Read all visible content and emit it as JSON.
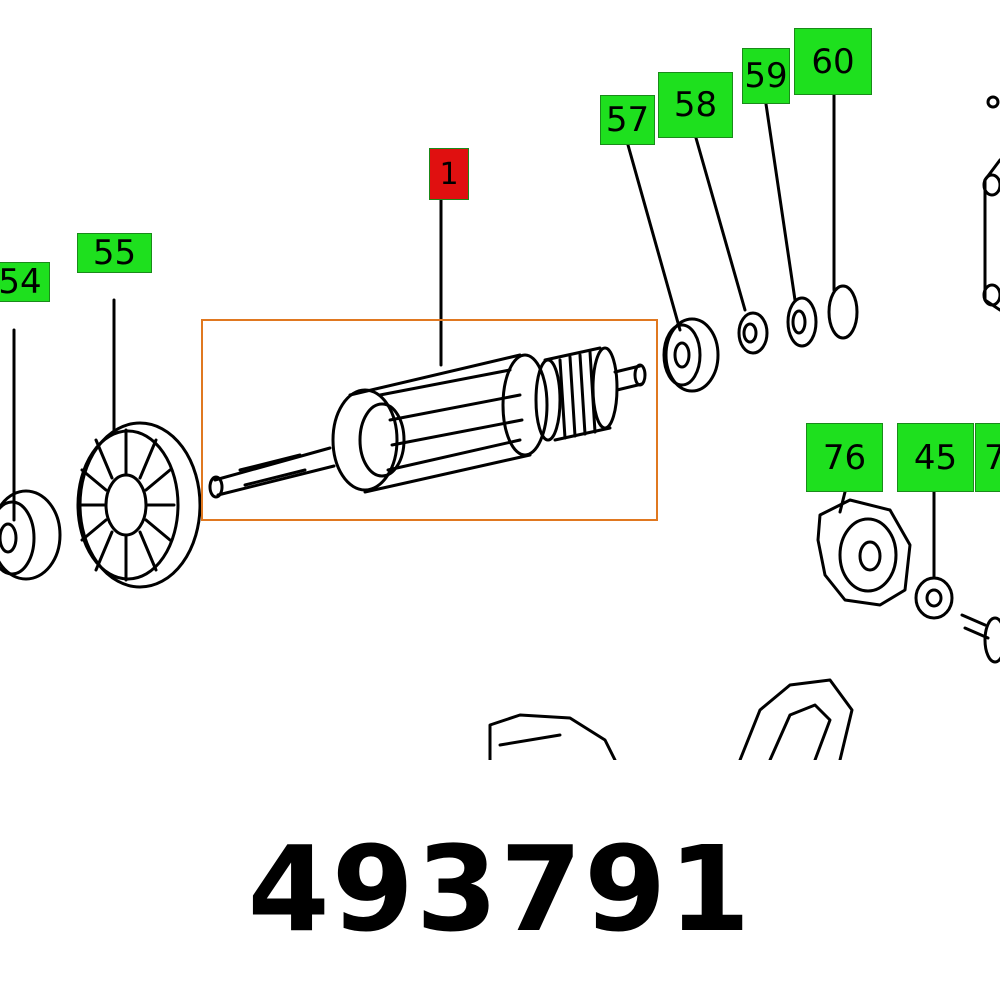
{
  "colors": {
    "green": "#1ee01e",
    "red": "#e01010",
    "orange": "#e07820",
    "ink": "#000000"
  },
  "callouts": [
    {
      "id": "54",
      "label": "54",
      "color": "green"
    },
    {
      "id": "55",
      "label": "55",
      "color": "green"
    },
    {
      "id": "1",
      "label": "1",
      "color": "red"
    },
    {
      "id": "57",
      "label": "57",
      "color": "green"
    },
    {
      "id": "58",
      "label": "58",
      "color": "green"
    },
    {
      "id": "59",
      "label": "59",
      "color": "green"
    },
    {
      "id": "60",
      "label": "60",
      "color": "green"
    },
    {
      "id": "76",
      "label": "76",
      "color": "green"
    },
    {
      "id": "45",
      "label": "45",
      "color": "green"
    },
    {
      "id": "7x",
      "label": "7",
      "color": "green"
    }
  ],
  "part_number": "493791"
}
